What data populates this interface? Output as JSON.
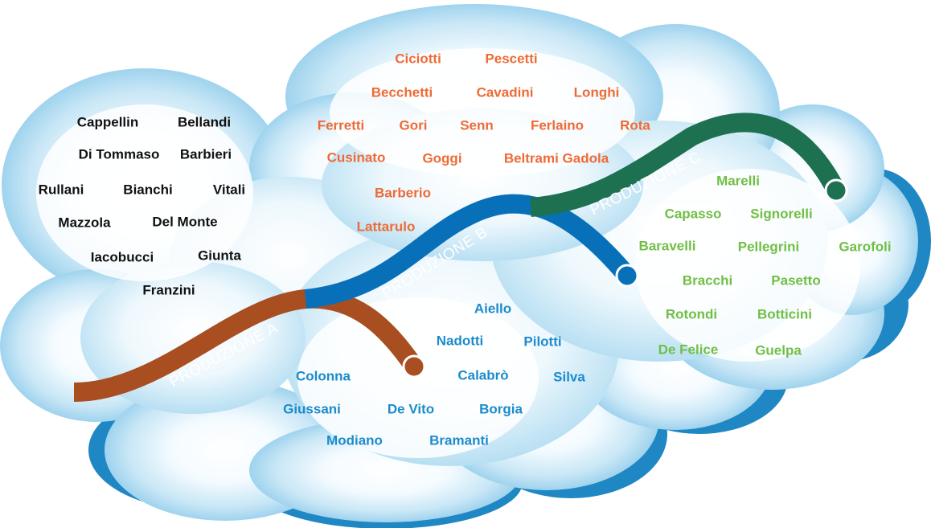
{
  "routes": {
    "a": {
      "label": "PRODUZIONE A",
      "color": "#a94e21"
    },
    "b": {
      "label": "PRODUZIONE B",
      "color": "#0870b8"
    },
    "c": {
      "label": "PRODUZIONE C",
      "color": "#1e7150"
    }
  },
  "groups": {
    "black": {
      "color": "#111111",
      "names": [
        "Cappellin",
        "Bellandi",
        "Di Tommaso",
        "Barbieri",
        "Rullani",
        "Bianchi",
        "Vitali",
        "Mazzola",
        "Del Monte",
        "Iacobucci",
        "Giunta",
        "Franzini"
      ]
    },
    "orange": {
      "color": "#ee6a35",
      "names": [
        "Ciciotti",
        "Pescetti",
        "Becchetti",
        "Cavadini",
        "Longhi",
        "Ferretti",
        "Gori",
        "Senn",
        "Ferlaino",
        "Rota",
        "Cusinato",
        "Goggi",
        "Beltrami Gadola",
        "Barberio",
        "Lattarulo"
      ]
    },
    "green": {
      "color": "#6fbf44",
      "names": [
        "Marelli",
        "Capasso",
        "Signorelli",
        "Baravelli",
        "Pellegrini",
        "Garofoli",
        "Bracchi",
        "Pasetto",
        "Rotondi",
        "Botticini",
        "De Felice",
        "Guelpa"
      ]
    },
    "blue": {
      "color": "#1b8bcc",
      "names": [
        "Aiello",
        "Nadotti",
        "Pilotti",
        "Colonna",
        "Calabrò",
        "Silva",
        "Giussani",
        "De Vito",
        "Borgia",
        "Modiano",
        "Bramanti"
      ]
    }
  }
}
